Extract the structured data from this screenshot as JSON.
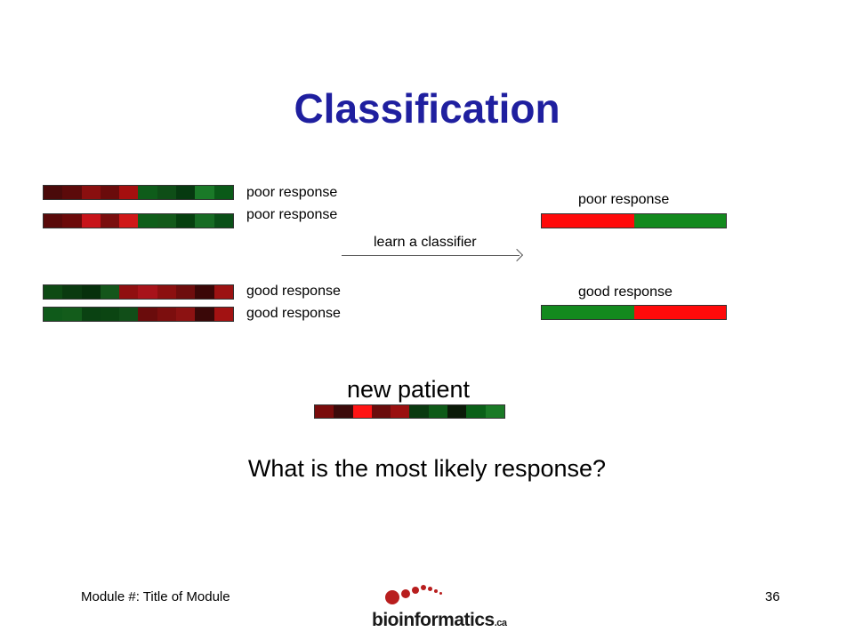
{
  "title": "Classification",
  "training": {
    "labels": [
      "poor response",
      "poor response",
      "good response",
      "good response"
    ],
    "strips": [
      [
        "#4a0a0a",
        "#5c0a0a",
        "#8a0f0f",
        "#6a0b0b",
        "#a50f0f",
        "#0e5c1a",
        "#0e4e17",
        "#063a10",
        "#1a7a28",
        "#0a5a18"
      ],
      [
        "#5a0a0a",
        "#6c0a0a",
        "#c8141a",
        "#7a0e0e",
        "#d01818",
        "#0f5e1a",
        "#135a1a",
        "#06400f",
        "#176c24",
        "#0a5018"
      ],
      [
        "#0e4a14",
        "#0a3a10",
        "#06300c",
        "#14561b",
        "#900f10",
        "#a8131a",
        "#8c1010",
        "#6e0d0d",
        "#3b0707",
        "#9c1212"
      ],
      [
        "#0f5a1a",
        "#135c1b",
        "#0a4212",
        "#0b4512",
        "#114e18",
        "#6a0c0c",
        "#7c0e0e",
        "#8c1212",
        "#3a0808",
        "#a21212"
      ]
    ]
  },
  "learn_label": "learn a classifier",
  "classifier": {
    "poor_label": "poor response",
    "good_label": "good response",
    "poor_colors": [
      "#ff0a0a",
      "#138a1e"
    ],
    "good_colors": [
      "#138a1e",
      "#ff0a0a"
    ]
  },
  "new_patient": {
    "label": "new patient",
    "strip": [
      "#7a0c0c",
      "#3c0a0a",
      "#ff1414",
      "#6a0c0c",
      "#9a1010",
      "#0a3a10",
      "#0e5a18",
      "#0a1a08",
      "#0a6018",
      "#1a7a26"
    ]
  },
  "question": "What is the most likely response?",
  "footer": {
    "module": "Module #: Title of Module",
    "page": "36",
    "logo_main": "bioinformatics",
    "logo_suffix": ".ca"
  }
}
